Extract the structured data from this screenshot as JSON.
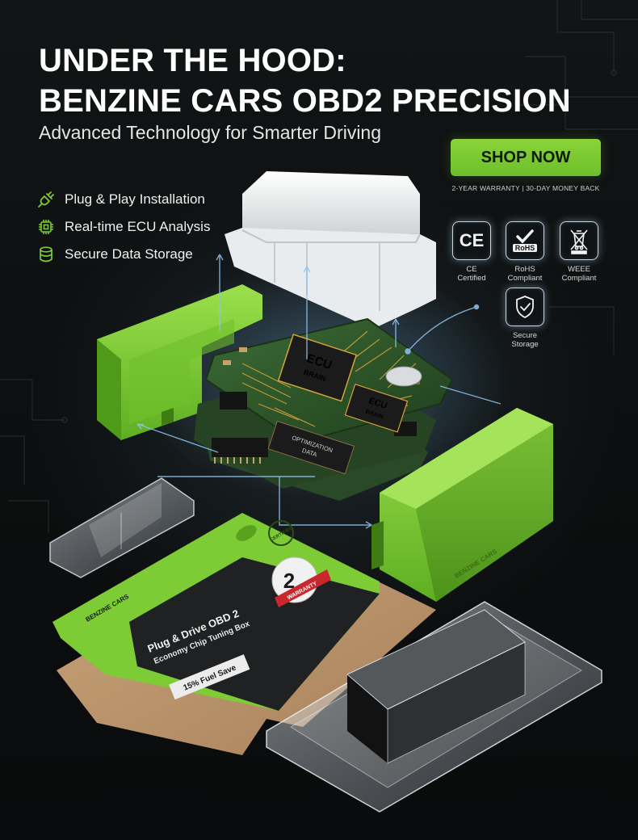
{
  "headline": {
    "line1": "UNDER THE HOOD:",
    "line2": "BENZINE CARS OBD2 PRECISION"
  },
  "subtitle": "Advanced Technology for Smarter Driving",
  "cta": {
    "label": "SHOP NOW",
    "note": "2-YEAR WARRANTY | 30-DAY MONEY BACK"
  },
  "features": [
    {
      "icon": "plug-icon",
      "label": "Plug & Play Installation"
    },
    {
      "icon": "chip-icon",
      "label": "Real-time ECU Analysis"
    },
    {
      "icon": "database-icon",
      "label": "Secure Data Storage"
    }
  ],
  "badges": [
    {
      "icon": "ce-mark-icon",
      "mark": "CE",
      "label": "CE\nCertified"
    },
    {
      "icon": "rohs-check-icon",
      "mark": "RoHS",
      "label": "RoHS\nCompliant"
    },
    {
      "icon": "crossed-bin-icon",
      "label": "WEEE\nCompliant"
    },
    {
      "icon": "shield-check-icon",
      "label": "Secure\nStorage"
    }
  ],
  "pcb": {
    "chip1_line1": "ECU",
    "chip1_line2": "BRAIN",
    "chip2_line1": "ECU",
    "chip2_line2": "BRAIN",
    "chip3_line1": "OPTIMIZATION",
    "chip3_line2": "DATA"
  },
  "housing": {
    "brand": "BENZINE CARS"
  },
  "packaging": {
    "brand": "BENZINE CARS",
    "title": "Plug & Drive OBD 2",
    "subtitle": "Economy Chip Tuning Box",
    "claim": "15% Fuel Save",
    "seal": "CERTIFIED",
    "warranty_number": "2",
    "warranty_text": "WARRANTY"
  },
  "colors": {
    "accent_green": "#7dcc35",
    "background": "#0d0f10",
    "pcb_green": "#2f5a2c",
    "gold_trace": "#d6a23a"
  }
}
